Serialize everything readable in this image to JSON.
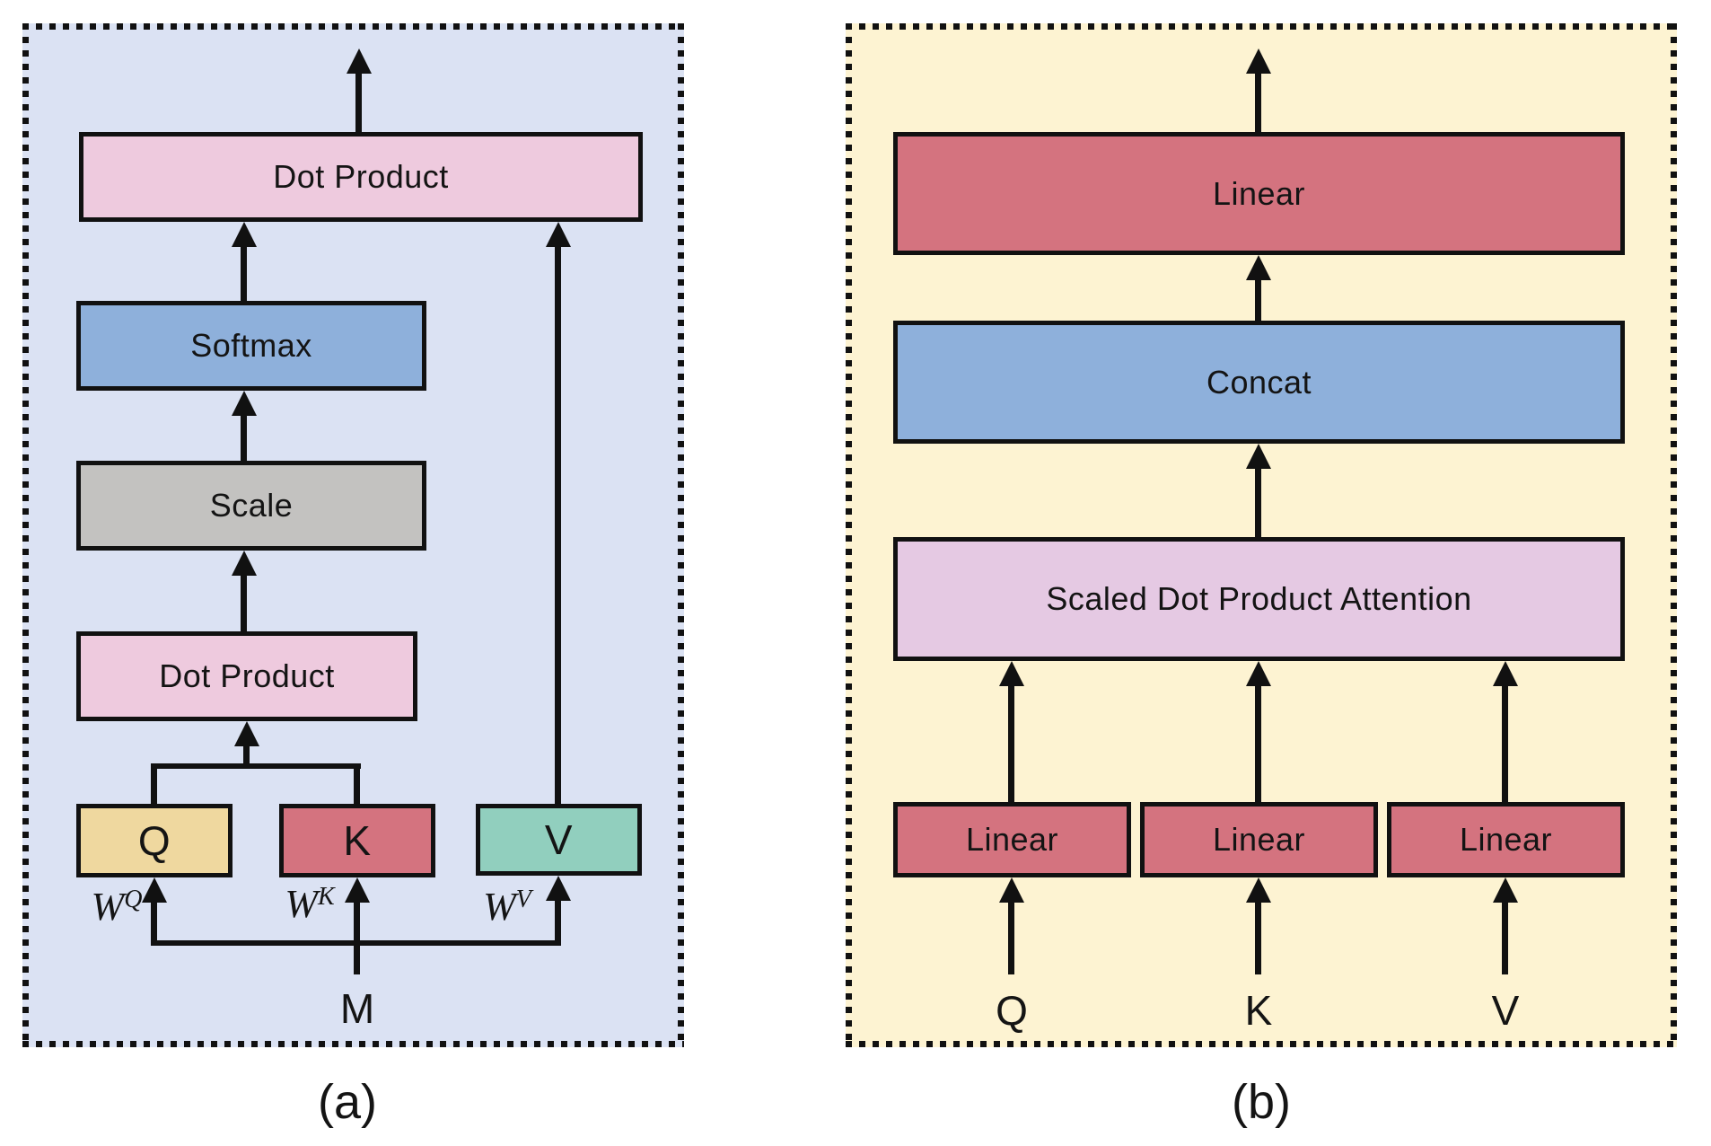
{
  "figure": {
    "panel_a": {
      "caption": "(a)",
      "boxes": {
        "dot_product_top": "Dot Product",
        "softmax": "Softmax",
        "scale": "Scale",
        "dot_product_lower": "Dot Product",
        "q": "Q",
        "k": "K",
        "v": "V"
      },
      "weights": {
        "q": {
          "base": "W",
          "sup": "Q"
        },
        "k": {
          "base": "W",
          "sup": "K"
        },
        "v": {
          "base": "W",
          "sup": "V"
        }
      },
      "input_label": "M"
    },
    "panel_b": {
      "caption": "(b)",
      "boxes": {
        "linear_out": "Linear",
        "concat": "Concat",
        "attention": "Scaled Dot Product Attention",
        "linear_q": "Linear",
        "linear_k": "Linear",
        "linear_v": "Linear"
      },
      "input_labels": {
        "q": "Q",
        "k": "K",
        "v": "V"
      }
    }
  },
  "colors": {
    "panel_a_bg": "#dbe2f3",
    "panel_b_bg": "#fdf3d2",
    "pink": "#eecade",
    "lavender": "#e5c9e3",
    "blue": "#8eb0db",
    "gray": "#c3c2c0",
    "yellow": "#efd89f",
    "rose": "#d4737f",
    "teal": "#91cfbe",
    "line": "#111111"
  }
}
